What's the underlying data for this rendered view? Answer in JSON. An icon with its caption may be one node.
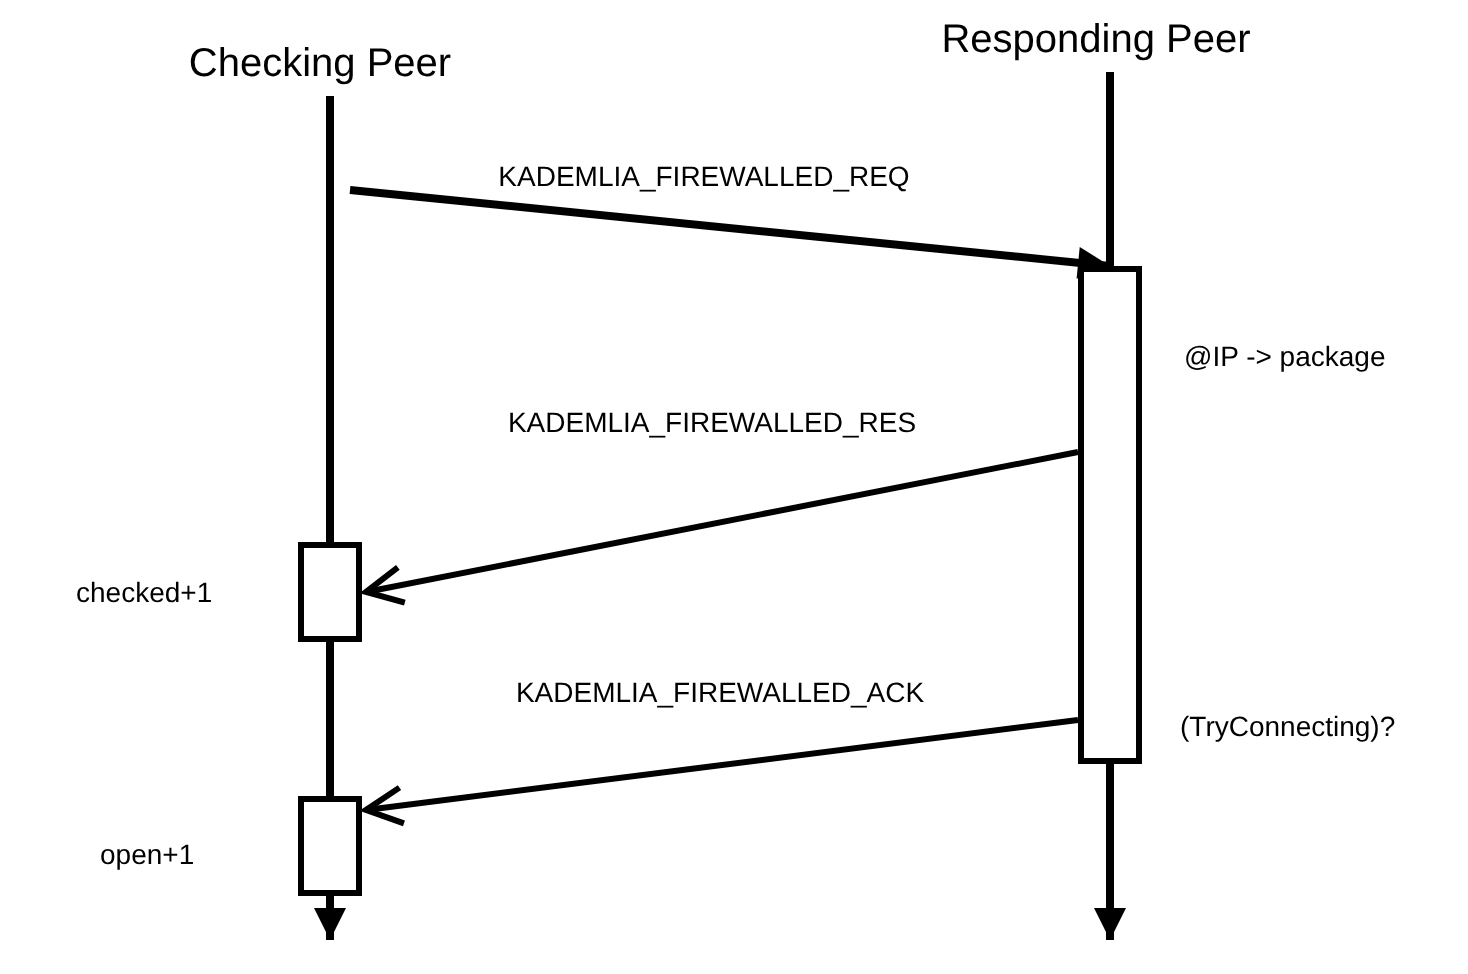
{
  "diagram": {
    "nodes": [
      {
        "text": [
          "Checking Peer"
        ]
      },
      {
        "text": [
          "Responding Peer"
        ]
      },
      {
        "text": [],
        "shape": "bar",
        "beside": [
          "@IP -> package",
          "(TryConnecting)?"
        ]
      },
      {
        "text": [],
        "shape": "bar",
        "beside": [
          "checked+1"
        ]
      },
      {
        "text": [],
        "shape": "bar",
        "beside": [
          "open+1"
        ]
      }
    ],
    "edges": [
      {
        "from": null,
        "to": 2,
        "arrow": "to",
        "label": "KADEMLIA_FIREWALLED_REQ"
      },
      {
        "from": 2,
        "to": 3,
        "arrow": "to",
        "label": "KADEMLIA_FIREWALLED_RES"
      },
      {
        "from": 2,
        "to": 4,
        "arrow": "to",
        "label": "KADEMLIA_FIREWALLED_ACK"
      },
      {
        "from": 0,
        "to": 3,
        "arrow": "none"
      },
      {
        "from": 3,
        "to": 4,
        "arrow": "none"
      },
      {
        "from": 4,
        "to": null,
        "arrow": "to"
      },
      {
        "from": 1,
        "to": 2,
        "arrow": "none"
      },
      {
        "from": 2,
        "to": null,
        "arrow": "to"
      }
    ]
  }
}
